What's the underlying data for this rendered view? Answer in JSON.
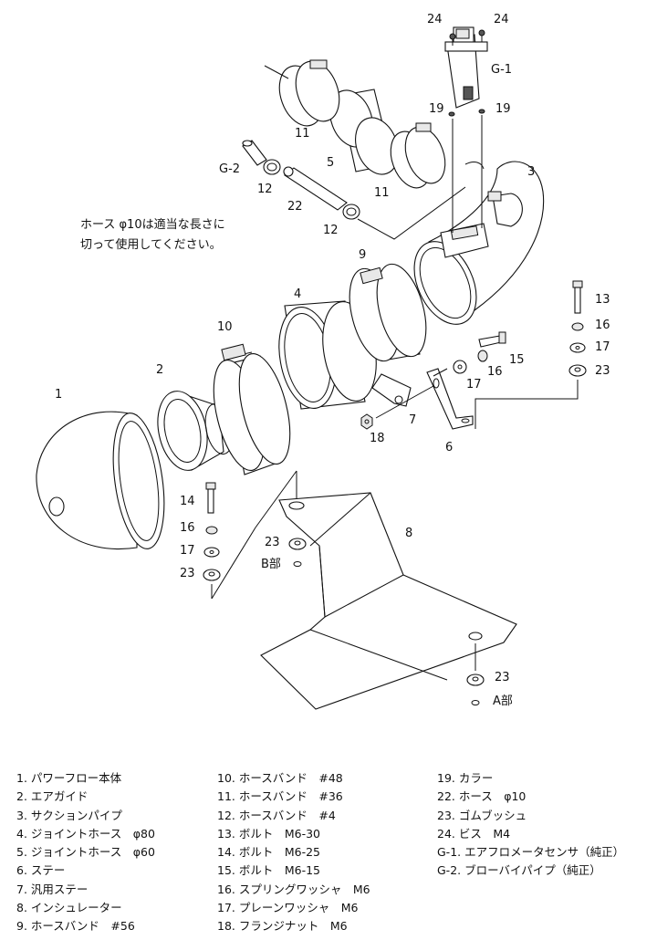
{
  "callouts": {
    "c1": "1",
    "c2": "2",
    "c3": "3",
    "c4": "4",
    "c5": "5",
    "c6": "6",
    "c7": "7",
    "c8": "8",
    "c9": "9",
    "c10": "10",
    "c11a": "11",
    "c11b": "11",
    "c12a": "12",
    "c12b": "12",
    "c13": "13",
    "c14": "14",
    "c15": "15",
    "c16a": "16",
    "c16b": "16",
    "c16c": "16",
    "c17a": "17",
    "c17b": "17",
    "c17c": "17",
    "c18": "18",
    "c19a": "19",
    "c19b": "19",
    "c22": "22",
    "c23a": "23",
    "c23b": "23",
    "c23c": "23",
    "c23d": "23",
    "c24a": "24",
    "c24b": "24",
    "g1": "G-1",
    "g2": "G-2",
    "bpart": "B部",
    "apart": "A部"
  },
  "note": {
    "line1": "ホース φ10は適当な長さに",
    "line2": "切って使用してください。"
  },
  "legend": {
    "col1": [
      "1. パワーフロー本体",
      "2. エアガイド",
      "3. サクションパイプ",
      "4. ジョイントホース　φ80",
      "5. ジョイントホース　φ60",
      "6. ステー",
      "7. 汎用ステー",
      "8. インシュレーター",
      "9. ホースバンド　#56"
    ],
    "col2": [
      "10. ホースバンド　#48",
      "11. ホースバンド　#36",
      "12. ホースバンド　#4",
      "13. ボルト　M6-30",
      "14. ボルト　M6-25",
      "15. ボルト　M6-15",
      "16. スプリングワッシャ　M6",
      "17. プレーンワッシャ　M6",
      "18. フランジナット　M6"
    ],
    "col3": [
      "19. カラー",
      "22. ホース　φ10",
      "23. ゴムブッシュ",
      "24. ビス　M4",
      "G-1. エアフロメータセンサ（純正）",
      "G-2. ブローバイパイプ（純正）"
    ]
  }
}
